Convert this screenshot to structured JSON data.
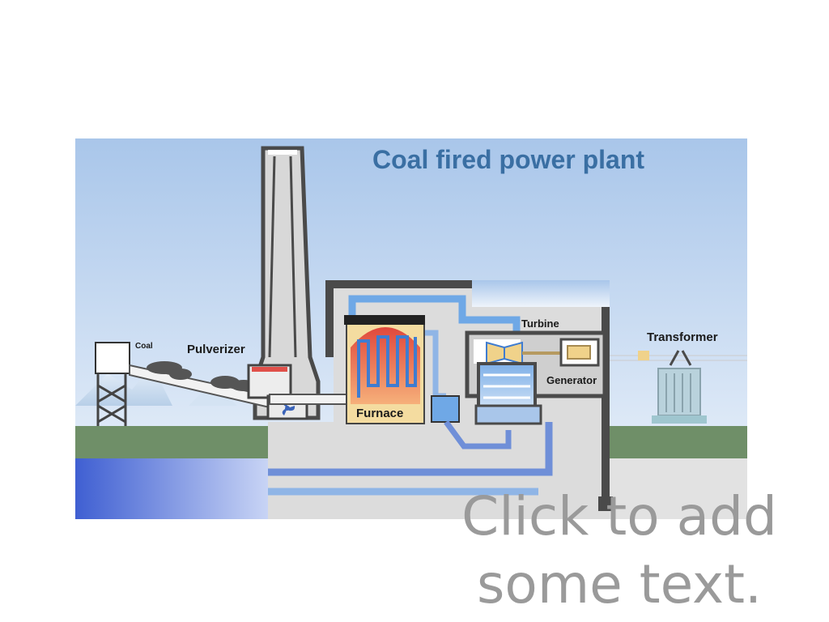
{
  "diagram": {
    "title": "Coal fired power plant",
    "labels": {
      "coal": "Coal",
      "pulverizer": "Pulverizer",
      "furnace": "Furnace",
      "turbine": "Turbine",
      "generator": "Generator",
      "transformer": "Transformer"
    }
  },
  "placeholder": {
    "text_line1": "Click to add",
    "text_line2": "some text."
  },
  "colors": {
    "title": "#3a6fa3",
    "placeholder_text": "#9a9a9a",
    "ground": "#6f8f68",
    "water": "#4f6fd6",
    "building": "#dcdcdc",
    "outline": "#4a4a4a",
    "pipe": "#8fb5e6",
    "furnace_hot": "#e86a5a",
    "furnace_box": "#f4dca0"
  }
}
